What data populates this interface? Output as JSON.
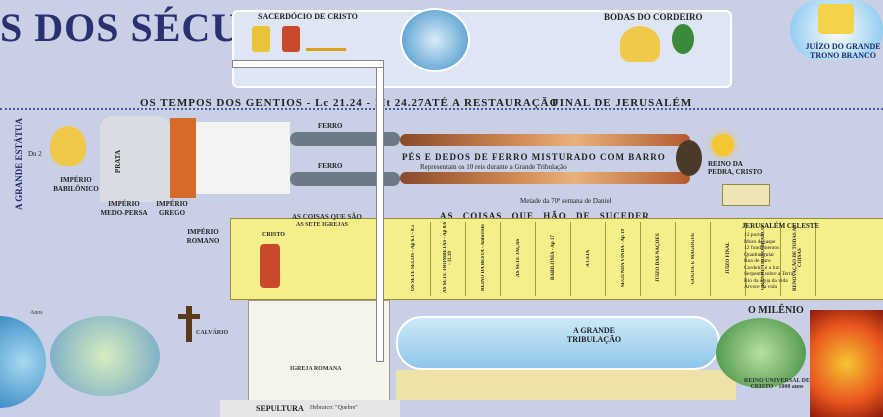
{
  "header": {
    "title": "S DOS SÉCULOS",
    "sacerdocio": "SACERDÓCIO DE CRISTO",
    "bodas": "BODAS DO CORDEIRO",
    "juizo": "JUÍZO DO GRANDE TRONO BRANCO"
  },
  "bands": {
    "tempos_gentios": "OS TEMPOS DOS GENTIOS - Lc 21.24 - Mt 24.27",
    "ate_restauracao": "ATÉ A RESTAURAÇÃO",
    "final_jerusalem": "FINAL DE JERUSALÉM",
    "pes_dedos": "PÉS E DEDOS DE FERRO MISTURADO COM BARRO",
    "pes_dedos_sub": "Representam os 10 reis durante a Grande Tribulação",
    "metade_semana": "Metade da 70ª semana de Daniel",
    "ferro_1": "FERRO",
    "ferro_2": "FERRO",
    "as_coisas": "AS   COISAS   QUE   HÃO   DE   SUCEDER"
  },
  "statue": {
    "grande_estatua": "A GRANDE ESTÁTUA",
    "dn": "Dn 2",
    "prata": "PRATA",
    "imperio_babilonico": "IMPÉRIO BABILÔNICO",
    "imperio_medo_persa": "IMPÉRIO MEDO-PERSA",
    "imperio_grego": "IMPÉRIO GREGO",
    "imperio_romano": "IMPÉRIO ROMANO"
  },
  "right": {
    "reino_pedra": "REINO DA PEDRA, CRISTO",
    "o_milenio": "O MILÊNIO",
    "jerusalem_celeste": "JERUSALÉM CELESTE",
    "jerusalem_list": [
      "12 portas",
      "Muro de jaspe",
      "12 fundamentos",
      "Quadrangular",
      "Rua de ouro",
      "Cordeiro é a luz",
      "Serpente sobre a Terra",
      "Rio da água da vida",
      "Árvore da vida"
    ],
    "reino_universal": "REINO UNIVERSAL DE CRISTO - 1000 anos"
  },
  "lower": {
    "coisas_que_sao": "AS COISAS QUE SÃO",
    "cristo": "CRISTO",
    "sete_igrejas": "AS SETE IGREJAS",
    "grande_tribulacao": "A GRANDE TRIBULAÇÃO",
    "sepultura": "SEPULTURA",
    "sepultura_sub": "Hebraico: \"Quebre\"",
    "calvario": "CALVÁRIO",
    "igreja_romana": "IGREJA ROMANA",
    "anos": "Anos",
    "cols": [
      "OS SETE SELOS - Ap 6.1 - 8.5",
      "AS SETE TROMBETAS - Ap 8.6 - 11.19",
      "REINO DA BESTA - Anticristo",
      "AS SETE TAÇAS",
      "BABILÔNIA - Ap 17",
      "A CEIA",
      "SEGUNDA VINDA - Ap 19",
      "JUÍZO DAS NAÇÕES",
      "GOGUE E MAGOGUE",
      "JUÍZO FINAL",
      "GRANDE TRONO BRANCO",
      "RENOVAÇÃO DE TODAS AS COISAS"
    ]
  },
  "colors": {
    "background": "#c9d0e6",
    "title": "#2a3170",
    "yellow_panel": "#f5ef8a",
    "sea": "#8fc6e8",
    "fire": "#e8561e"
  }
}
